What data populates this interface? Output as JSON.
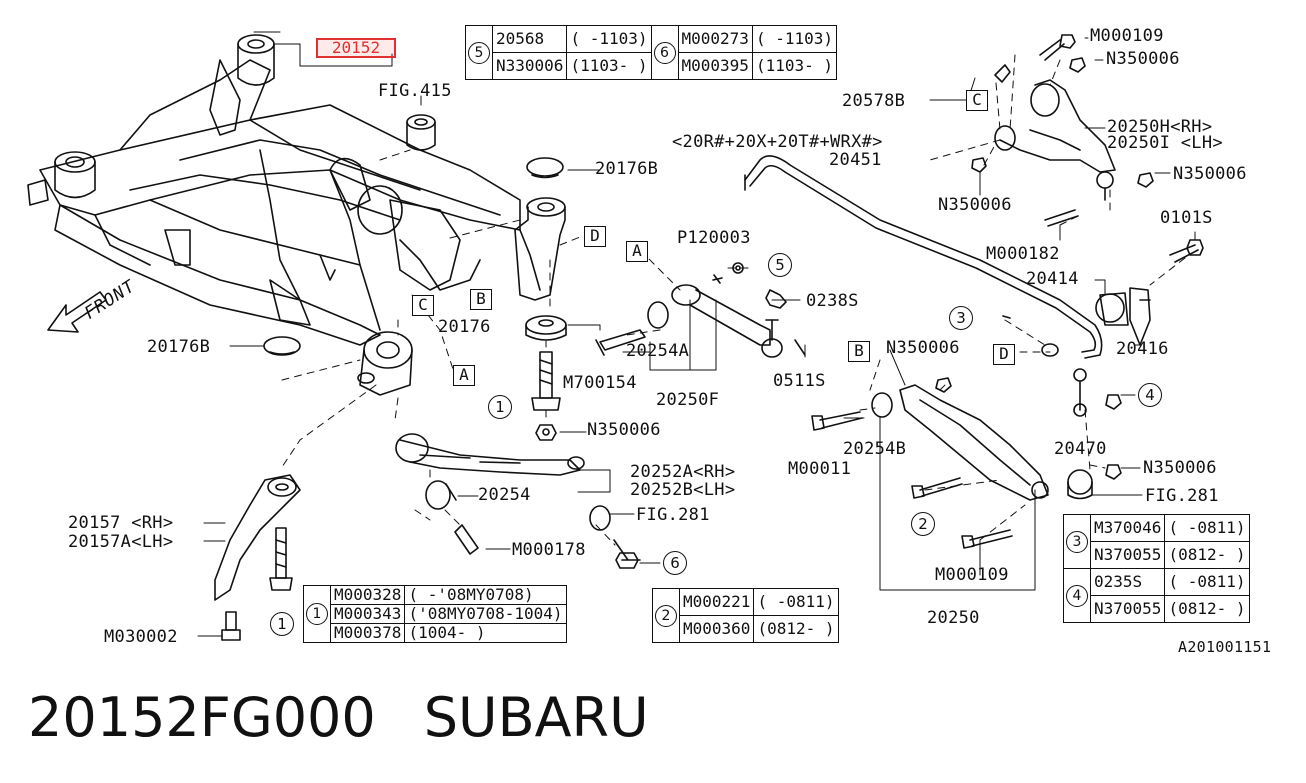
{
  "diagram": {
    "highlighted_part": "20152",
    "front_label": "FRONT",
    "drawing_id": "A201001151",
    "labels": {
      "fig415": "FIG.415",
      "p20176b_top": "20176B",
      "p20176b_left": "20176B",
      "p20176": "20176",
      "p120003": "P120003",
      "p0238s": "0238S",
      "p20254a": "20254A",
      "m700154": "M700154",
      "p20250f": "20250F",
      "p0511s": "0511S",
      "n350006_mid": "N350006",
      "p20252a": "20252A<RH>",
      "p20252b": "20252B<LH>",
      "p20254": "20254",
      "fig281_mid": "FIG.281",
      "m000178": "M000178",
      "p20157": "20157 <RH>",
      "p20157a": "20157A<LH>",
      "m030002": "M030002",
      "m000109_top": "M000109",
      "n350006_tr1": "N350006",
      "p20578b": "20578B",
      "p20250h": "20250H<RH>",
      "p20250i": "20250I <LH>",
      "n350006_tr2": "N350006",
      "n350006_tr3": "N350006",
      "variant": "<20R#+20X+20T#+WRX#>",
      "p20451": "20451",
      "m000182": "M000182",
      "p0101s": "0101S",
      "p20414": "20414",
      "p20416": "20416",
      "n350006_r": "N350006",
      "p20470": "20470",
      "n350006_r2": "N350006",
      "fig281_r": "FIG.281",
      "m00011": "M00011",
      "p20254b": "20254B",
      "m000109_bot": "M000109",
      "p20250": "20250"
    },
    "boxes": [
      "A",
      "B",
      "C",
      "D",
      "A",
      "B",
      "C",
      "D"
    ],
    "circled_refs": [
      "1",
      "1",
      "2",
      "3",
      "4",
      "5",
      "6"
    ]
  },
  "tables": {
    "t56": [
      {
        "num": "5",
        "part": "20568",
        "range": "( -1103)"
      },
      {
        "num": "",
        "part": "N330006",
        "range": "(1103- )"
      },
      {
        "num": "6",
        "part": "M000273",
        "range": "( -1103)"
      },
      {
        "num": "",
        "part": "M000395",
        "range": "(1103- )"
      }
    ],
    "t1": {
      "num": "1",
      "rows": [
        {
          "part": "M000328",
          "range": "( -'08MY0708)"
        },
        {
          "part": "M000343",
          "range": "('08MY0708-1004)"
        },
        {
          "part": "M000378",
          "range": "(1004- )"
        }
      ]
    },
    "t2": {
      "num": "2",
      "rows": [
        {
          "part": "M000221",
          "range": "( -0811)"
        },
        {
          "part": "M000360",
          "range": "(0812- )"
        }
      ]
    },
    "t34": [
      {
        "num": "3",
        "rows": [
          {
            "part": "M370046",
            "range": "( -0811)"
          },
          {
            "part": "N370055",
            "range": "(0812- )"
          }
        ]
      },
      {
        "num": "4",
        "rows": [
          {
            "part": "0235S",
            "range": "( -0811)"
          },
          {
            "part": "N370055",
            "range": "(0812- )"
          }
        ]
      }
    ]
  },
  "footer": {
    "part_number": "20152FG000",
    "brand": "SUBARU"
  }
}
